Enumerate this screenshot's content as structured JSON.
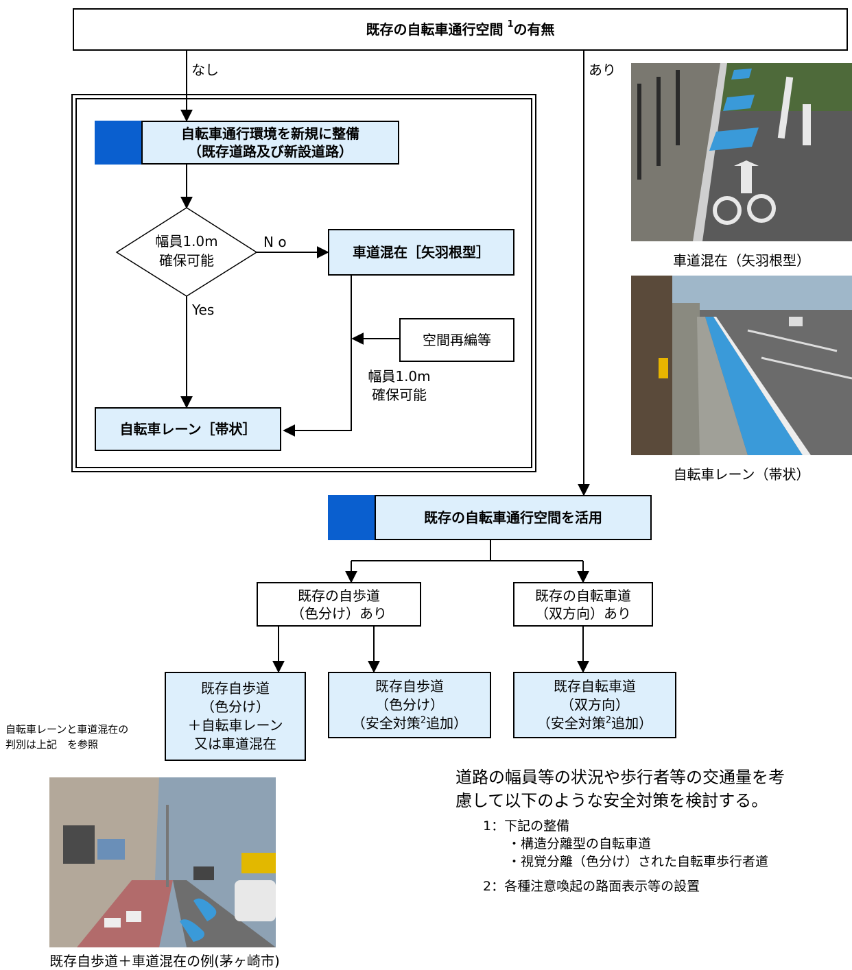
{
  "top": {
    "title": "既存の自転車通行空間",
    "sup": "1",
    "suffix": "の有無"
  },
  "branch": {
    "none": "なし",
    "exists": "あり"
  },
  "new_section": {
    "header_line1": "自転車通行環境を新規に整備",
    "header_line2": "（既存道路及び新設道路）",
    "decision_line1": "幅員1.0m",
    "decision_line2": "確保可能",
    "no_label": "N o",
    "yes_label": "Yes",
    "mixed": "車道混在［矢羽根型］",
    "reorg": "空間再編等",
    "width_line1": "幅員1.0m",
    "width_line2": "確保可能",
    "lane": "自転車レーン［帯状］"
  },
  "existing_section": {
    "header": "既存の自転車通行空間を活用",
    "sidewalk_line1": "既存の自歩道",
    "sidewalk_line2": "（色分け）あり",
    "cycletrack_line1": "既存の自転車道",
    "cycletrack_line2": "（双方向）あり",
    "out1_line1": "既存自歩道",
    "out1_line2": "（色分け）",
    "out1_line3": "＋自転車レーン",
    "out1_line4": "又は車道混在",
    "out2_line1": "既存自歩道",
    "out2_line2": "（色分け）",
    "out2_line3a": "（安全対策",
    "out2_sup": "2",
    "out2_line3b": "追加）",
    "out3_line1": "既存自転車道",
    "out3_line2": "（双方向）",
    "out3_line3a": "（安全対策",
    "out3_sup": "2",
    "out3_line3b": "追加）"
  },
  "side_note": {
    "line1": "自転車レーンと車道混在の",
    "line2": "判別は上記　を参照"
  },
  "captions": {
    "photo1": "車道混在（矢羽根型）",
    "photo2": "自転車レーン（帯状）",
    "photo3": "既存自歩道＋車道混在の例(茅ヶ崎市)"
  },
  "notes": {
    "intro_line1": "道路の幅員等の状況や歩行者等の交通量を考",
    "intro_line2": "慮して以下のような安全対策を検討する。",
    "n1_title": "1：下記の整備",
    "n1_a": "・構造分離型の自転車道",
    "n1_b": "・視覚分離（色分け）された自転車歩行者道",
    "n2": "2：各種注意喚起の路面表示等の設置"
  },
  "colors": {
    "accent_square": "#0a5fcf",
    "box_fill": "#ddeffc",
    "blue_marking": "#3a9ad9"
  }
}
